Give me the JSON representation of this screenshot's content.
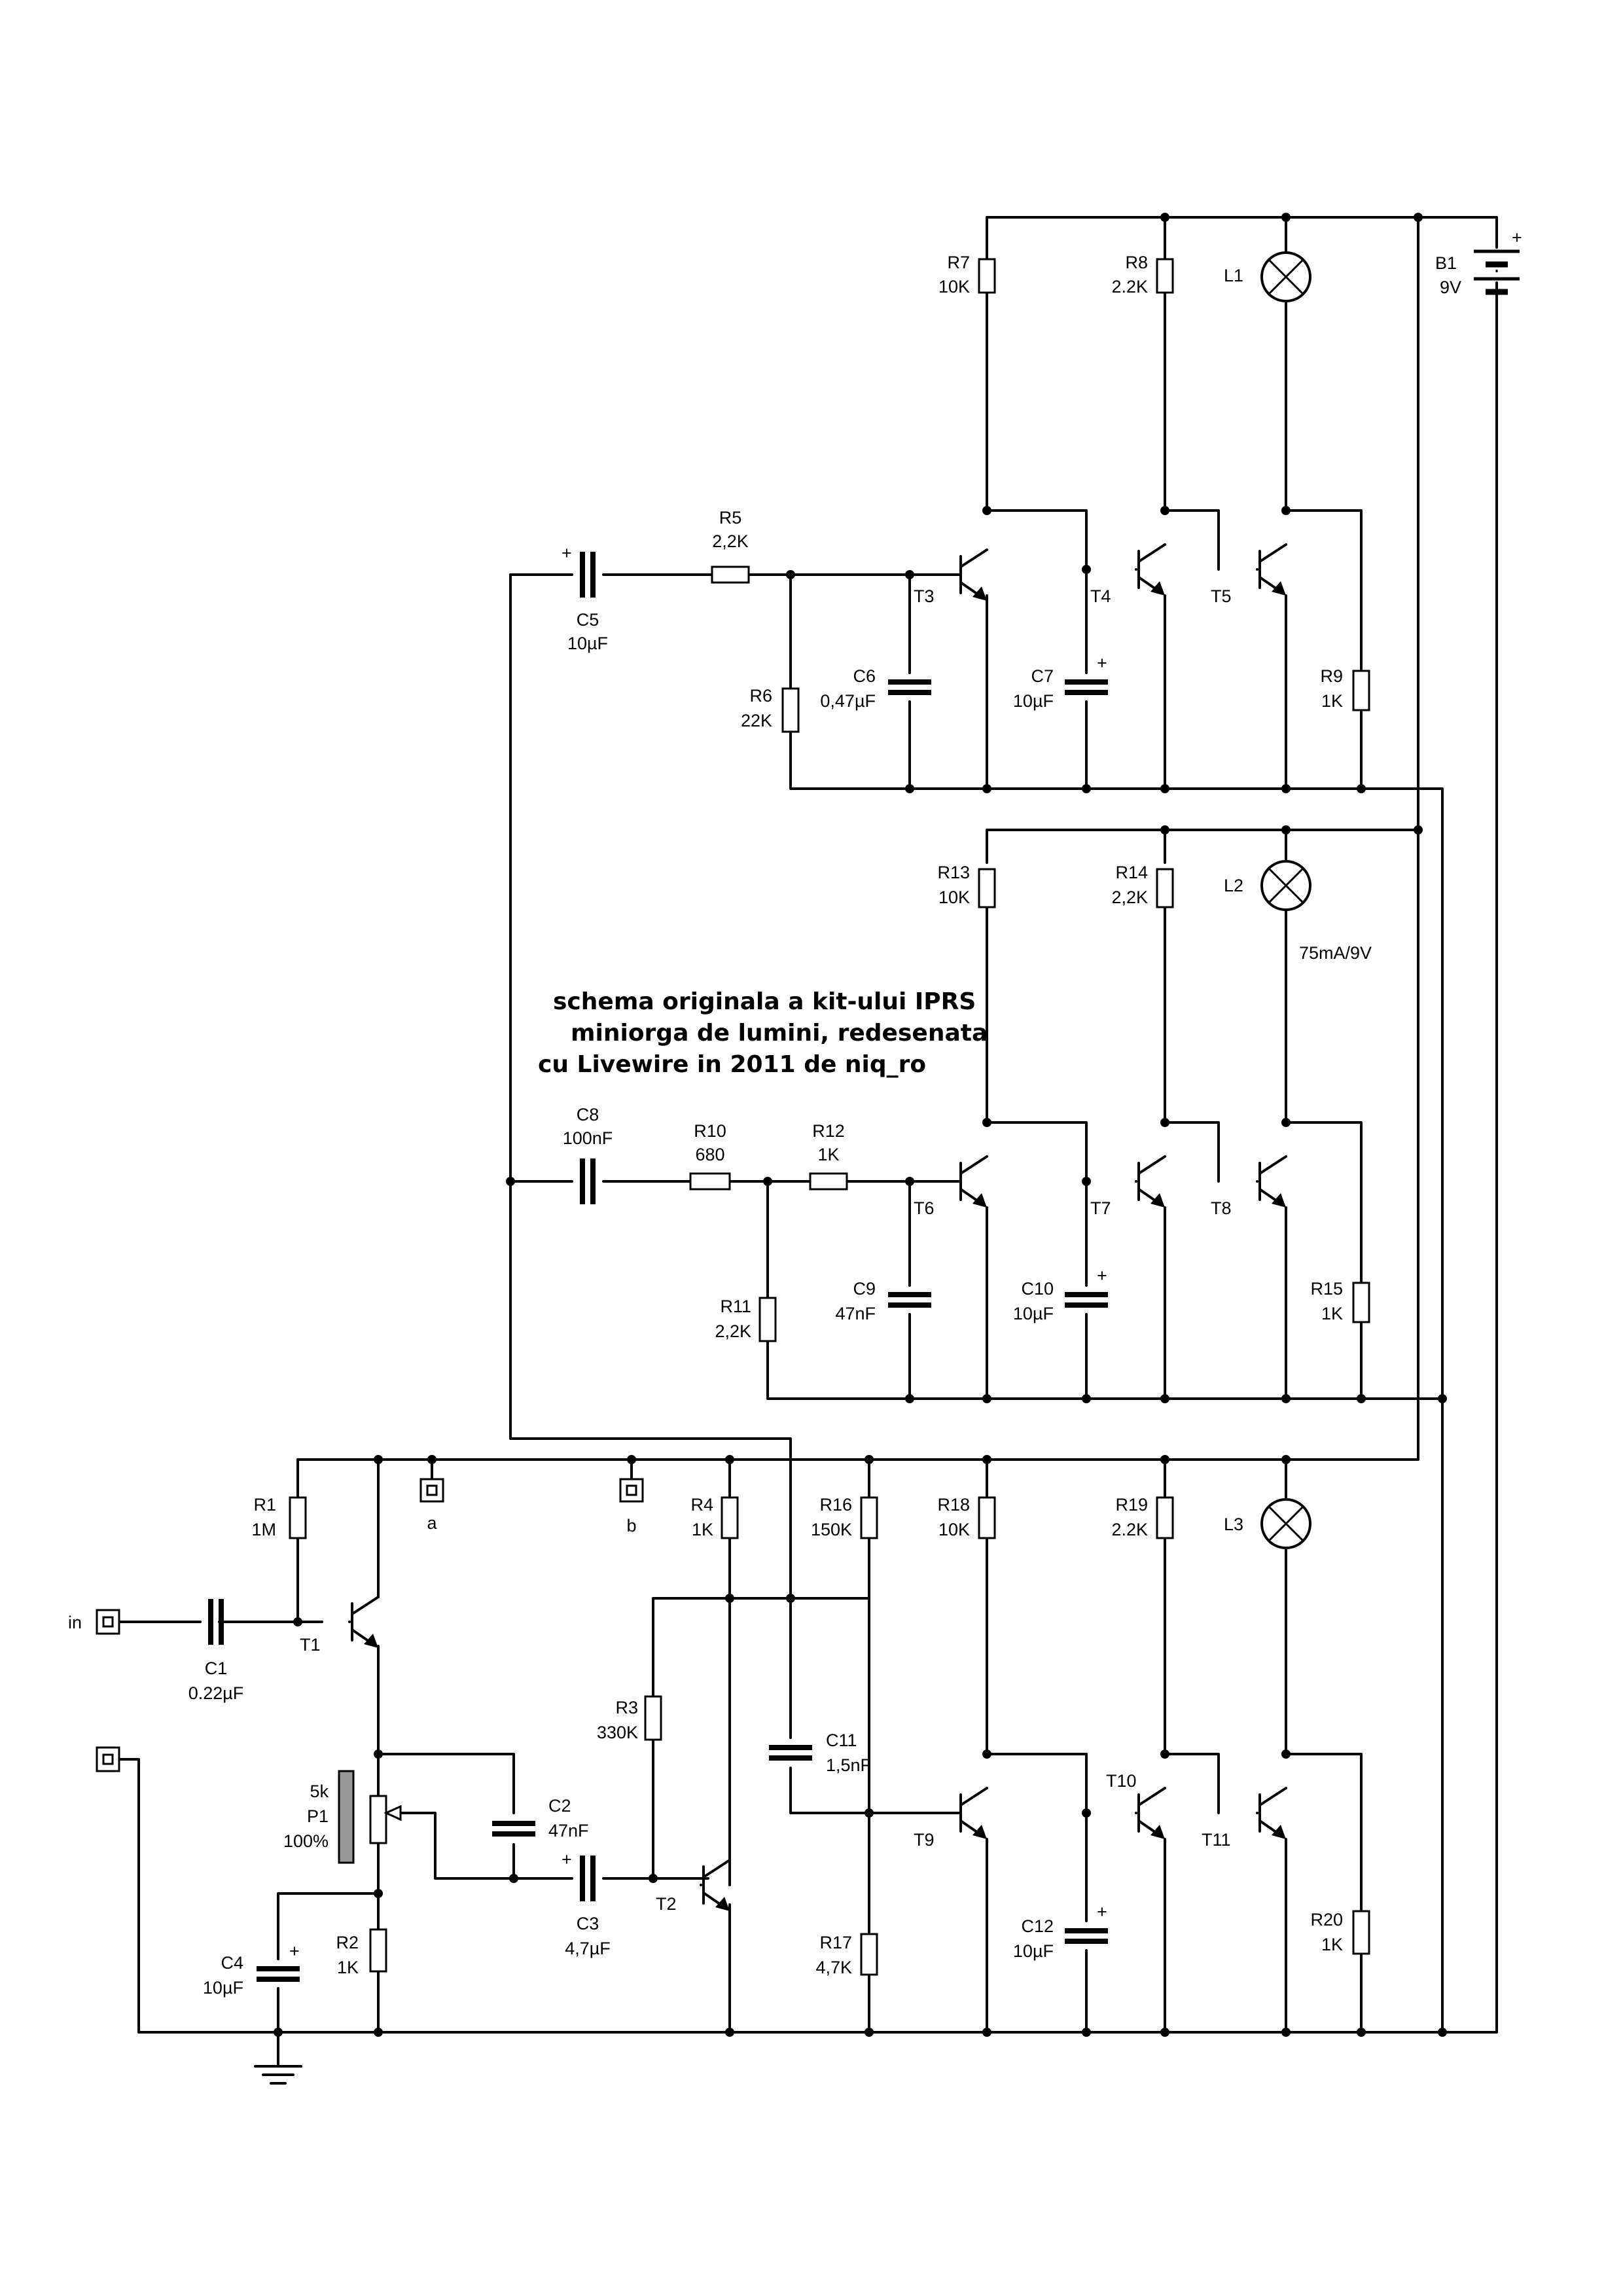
{
  "note": {
    "line1": "schema originala a kit-ului IPRS",
    "line2": "miniorga de lumini, redesenata",
    "line3": "cu Livewire in 2011 de niq_ro"
  },
  "components": {
    "B1": {
      "ref": "B1",
      "value": "9V"
    },
    "L1": {
      "ref": "L1"
    },
    "L2": {
      "ref": "L2",
      "value": "75mA/9V"
    },
    "L3": {
      "ref": "L3"
    },
    "R1": {
      "ref": "R1",
      "value": "1M"
    },
    "R2": {
      "ref": "R2",
      "value": "1K"
    },
    "R3": {
      "ref": "R3",
      "value": "330K"
    },
    "R4": {
      "ref": "R4",
      "value": "1K"
    },
    "R5": {
      "ref": "R5",
      "value": "2,2K"
    },
    "R6": {
      "ref": "R6",
      "value": "22K"
    },
    "R7": {
      "ref": "R7",
      "value": "10K"
    },
    "R8": {
      "ref": "R8",
      "value": "2.2K"
    },
    "R9": {
      "ref": "R9",
      "value": "1K"
    },
    "R10": {
      "ref": "R10",
      "value": "680"
    },
    "R11": {
      "ref": "R11",
      "value": "2,2K"
    },
    "R12": {
      "ref": "R12",
      "value": "1K"
    },
    "R13": {
      "ref": "R13",
      "value": "10K"
    },
    "R14": {
      "ref": "R14",
      "value": "2,2K"
    },
    "R15": {
      "ref": "R15",
      "value": "1K"
    },
    "R16": {
      "ref": "R16",
      "value": "150K"
    },
    "R17": {
      "ref": "R17",
      "value": "4,7K"
    },
    "R18": {
      "ref": "R18",
      "value": "10K"
    },
    "R19": {
      "ref": "R19",
      "value": "2.2K"
    },
    "R20": {
      "ref": "R20",
      "value": "1K"
    },
    "C1": {
      "ref": "C1",
      "value": "0.22µF"
    },
    "C2": {
      "ref": "C2",
      "value": "47nF"
    },
    "C3": {
      "ref": "C3",
      "value": "4,7µF"
    },
    "C4": {
      "ref": "C4",
      "value": "10µF"
    },
    "C5": {
      "ref": "C5",
      "value": "10µF"
    },
    "C6": {
      "ref": "C6",
      "value": "0,47µF"
    },
    "C7": {
      "ref": "C7",
      "value": "10µF"
    },
    "C8": {
      "ref": "C8",
      "value": "100nF"
    },
    "C9": {
      "ref": "C9",
      "value": "47nF"
    },
    "C10": {
      "ref": "C10",
      "value": "10µF"
    },
    "C11": {
      "ref": "C11",
      "value": "1,5nF"
    },
    "C12": {
      "ref": "C12",
      "value": "10µF"
    },
    "P1": {
      "ref": "P1",
      "value": "5k",
      "setting": "100%"
    },
    "T1": {
      "ref": "T1"
    },
    "T2": {
      "ref": "T2"
    },
    "T3": {
      "ref": "T3"
    },
    "T4": {
      "ref": "T4"
    },
    "T5": {
      "ref": "T5"
    },
    "T6": {
      "ref": "T6"
    },
    "T7": {
      "ref": "T7"
    },
    "T8": {
      "ref": "T8"
    },
    "T9": {
      "ref": "T9"
    },
    "T10": {
      "ref": "T10"
    },
    "T11": {
      "ref": "T11"
    }
  },
  "terminals": {
    "in": "in",
    "a": "a",
    "b": "b"
  },
  "signs": {
    "plus": "+"
  }
}
